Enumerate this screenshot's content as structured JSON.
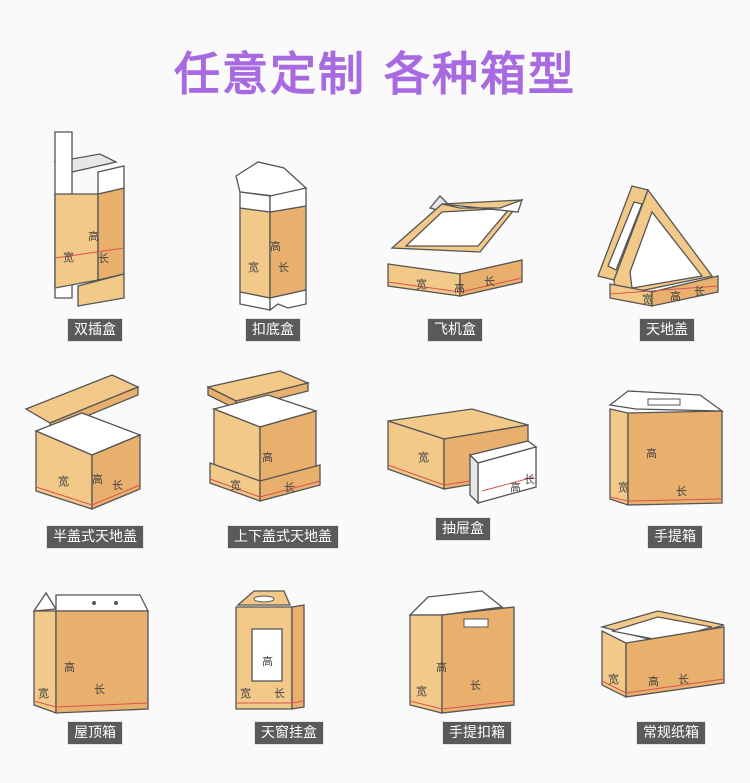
{
  "title": "任意定制 各种箱型",
  "dim_labels": {
    "width": "宽",
    "height": "高",
    "length": "长"
  },
  "boxes": [
    {
      "label": "双插盒"
    },
    {
      "label": "扣底盒"
    },
    {
      "label": "飞机盒"
    },
    {
      "label": "天地盖"
    },
    {
      "label": "半盖式天地盖"
    },
    {
      "label": "上下盖式天地盖"
    },
    {
      "label": "抽屉盒"
    },
    {
      "label": "手提箱"
    },
    {
      "label": "屋顶箱"
    },
    {
      "label": "天窗挂盒"
    },
    {
      "label": "手提扣箱"
    },
    {
      "label": "常规纸箱"
    }
  ],
  "colors": {
    "title": "#a86ae0",
    "cardboard": "#f3c98a",
    "label_bg": "#5a5a5a"
  }
}
